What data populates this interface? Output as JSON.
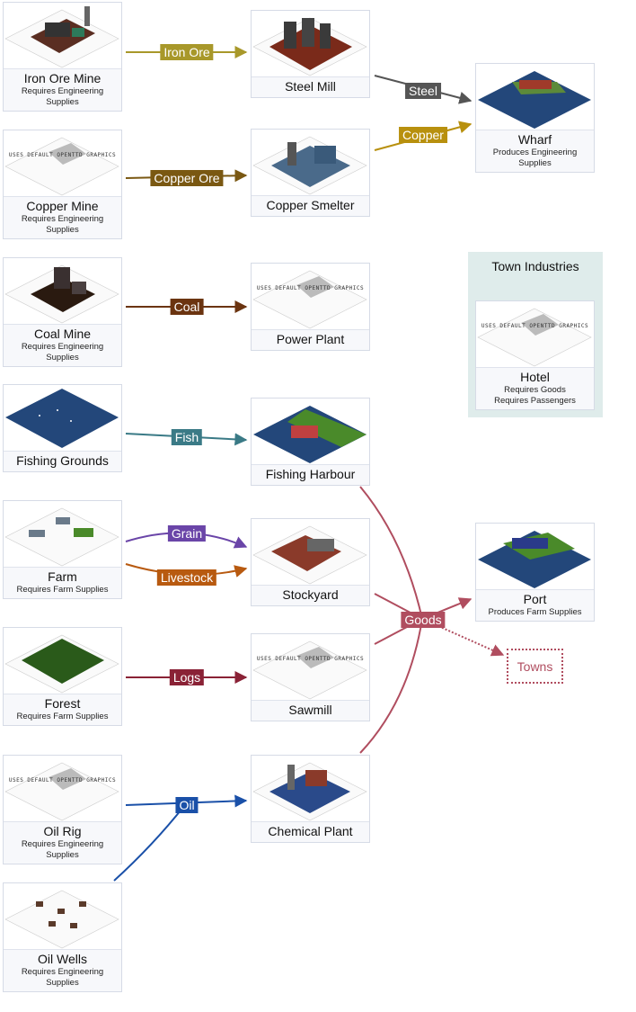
{
  "default_graphics_label": "USES DEFAULT OPENTTD GRAPHICS",
  "industries": {
    "iron_ore_mine": {
      "name": "Iron Ore Mine",
      "notes": [
        "Requires Engineering Supplies"
      ]
    },
    "steel_mill": {
      "name": "Steel Mill",
      "notes": []
    },
    "wharf": {
      "name": "Wharf",
      "notes": [
        "Produces Engineering Supplies"
      ]
    },
    "copper_mine": {
      "name": "Copper Mine",
      "notes": [
        "Requires Engineering Supplies"
      ]
    },
    "copper_smelter": {
      "name": "Copper Smelter",
      "notes": []
    },
    "coal_mine": {
      "name": "Coal Mine",
      "notes": [
        "Requires Engineering Supplies"
      ]
    },
    "power_plant": {
      "name": "Power Plant",
      "notes": []
    },
    "fishing_grounds": {
      "name": "Fishing Grounds",
      "notes": []
    },
    "fishing_harbour": {
      "name": "Fishing Harbour",
      "notes": []
    },
    "farm": {
      "name": "Farm",
      "notes": [
        "Requires Farm Supplies"
      ]
    },
    "stockyard": {
      "name": "Stockyard",
      "notes": []
    },
    "port": {
      "name": "Port",
      "notes": [
        "Produces Farm Supplies"
      ]
    },
    "forest": {
      "name": "Forest",
      "notes": [
        "Requires Farm Supplies"
      ]
    },
    "sawmill": {
      "name": "Sawmill",
      "notes": []
    },
    "oil_rig": {
      "name": "Oil Rig",
      "notes": [
        "Requires Engineering Supplies"
      ]
    },
    "chemical_plant": {
      "name": "Chemical Plant",
      "notes": []
    },
    "oil_wells": {
      "name": "Oil Wells",
      "notes": [
        "Requires Engineering Supplies"
      ]
    },
    "hotel": {
      "name": "Hotel",
      "notes": [
        "Requires Goods",
        "Requires Passengers"
      ]
    }
  },
  "town_industries": {
    "title": "Town Industries"
  },
  "towns": {
    "label": "Towns"
  },
  "cargos": {
    "iron_ore": {
      "label": "Iron Ore",
      "color": "#a8982a"
    },
    "steel": {
      "label": "Steel",
      "color": "#555555"
    },
    "copper_ore": {
      "label": "Copper Ore",
      "color": "#7a5812"
    },
    "copper": {
      "label": "Copper",
      "color": "#b8900e"
    },
    "coal": {
      "label": "Coal",
      "color": "#6b3410"
    },
    "fish": {
      "label": "Fish",
      "color": "#3a7a86"
    },
    "grain": {
      "label": "Grain",
      "color": "#6a45a8"
    },
    "livestock": {
      "label": "Livestock",
      "color": "#b85a10"
    },
    "logs": {
      "label": "Logs",
      "color": "#8a2236"
    },
    "oil": {
      "label": "Oil",
      "color": "#1a50a8"
    },
    "goods": {
      "label": "Goods",
      "color": "#b04d5f"
    }
  },
  "links": [
    {
      "from": "iron_ore_mine",
      "to": "steel_mill",
      "cargo": "iron_ore"
    },
    {
      "from": "steel_mill",
      "to": "wharf",
      "cargo": "steel"
    },
    {
      "from": "copper_mine",
      "to": "copper_smelter",
      "cargo": "copper_ore"
    },
    {
      "from": "copper_smelter",
      "to": "wharf",
      "cargo": "copper"
    },
    {
      "from": "coal_mine",
      "to": "power_plant",
      "cargo": "coal"
    },
    {
      "from": "fishing_grounds",
      "to": "fishing_harbour",
      "cargo": "fish"
    },
    {
      "from": "farm",
      "to": "stockyard",
      "cargo": "grain"
    },
    {
      "from": "farm",
      "to": "stockyard",
      "cargo": "livestock"
    },
    {
      "from": "forest",
      "to": "sawmill",
      "cargo": "logs"
    },
    {
      "from": "oil_rig",
      "to": "chemical_plant",
      "cargo": "oil"
    },
    {
      "from": "oil_wells",
      "to": "chemical_plant",
      "cargo": "oil"
    },
    {
      "from": "fishing_harbour",
      "to": "port",
      "cargo": "goods"
    },
    {
      "from": "stockyard",
      "to": "port",
      "cargo": "goods"
    },
    {
      "from": "sawmill",
      "to": "port",
      "cargo": "goods"
    },
    {
      "from": "chemical_plant",
      "to": "port",
      "cargo": "goods"
    },
    {
      "from": "goods_hub",
      "to": "towns",
      "cargo": "goods",
      "style": "dotted"
    }
  ]
}
